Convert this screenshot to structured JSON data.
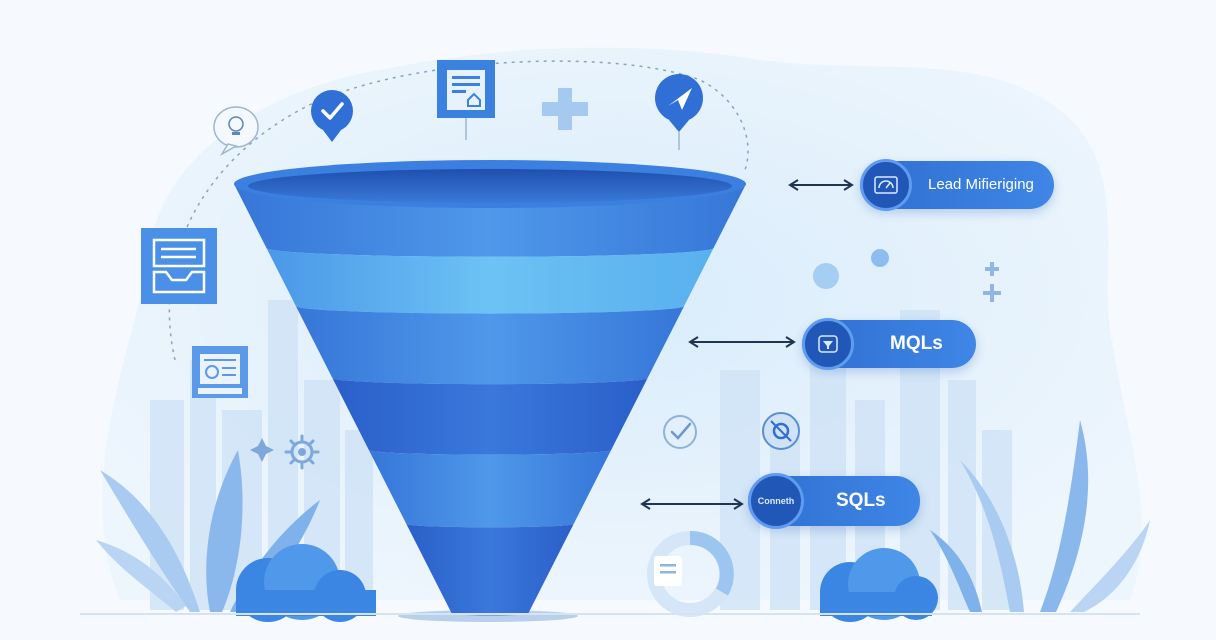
{
  "funnel_stages": [
    {
      "label": "Lead Mifieriging",
      "icon_text": ""
    },
    {
      "label": "MQLs",
      "icon_text": ""
    },
    {
      "label": "SQLs",
      "icon_text": "Conneth"
    }
  ],
  "icons": {
    "top": [
      "lightbulb-chat-icon",
      "check-badge-icon",
      "document-home-icon",
      "plus-icon",
      "send-badge-icon"
    ],
    "left": [
      "inbox-document-icon",
      "report-screen-icon"
    ],
    "misc": [
      "gear-icon",
      "sparkle-icon",
      "check-circle-icon",
      "settings-circle-icon",
      "donut-chart-icon",
      "plus-icon"
    ]
  },
  "colors": {
    "background": "#f6fafe",
    "funnel_dark": "#2559c7",
    "funnel_light": "#5fb8f0",
    "pill": "#2f6fd0",
    "arrow": "#1f3554",
    "foliage": "#7fb1ea"
  }
}
